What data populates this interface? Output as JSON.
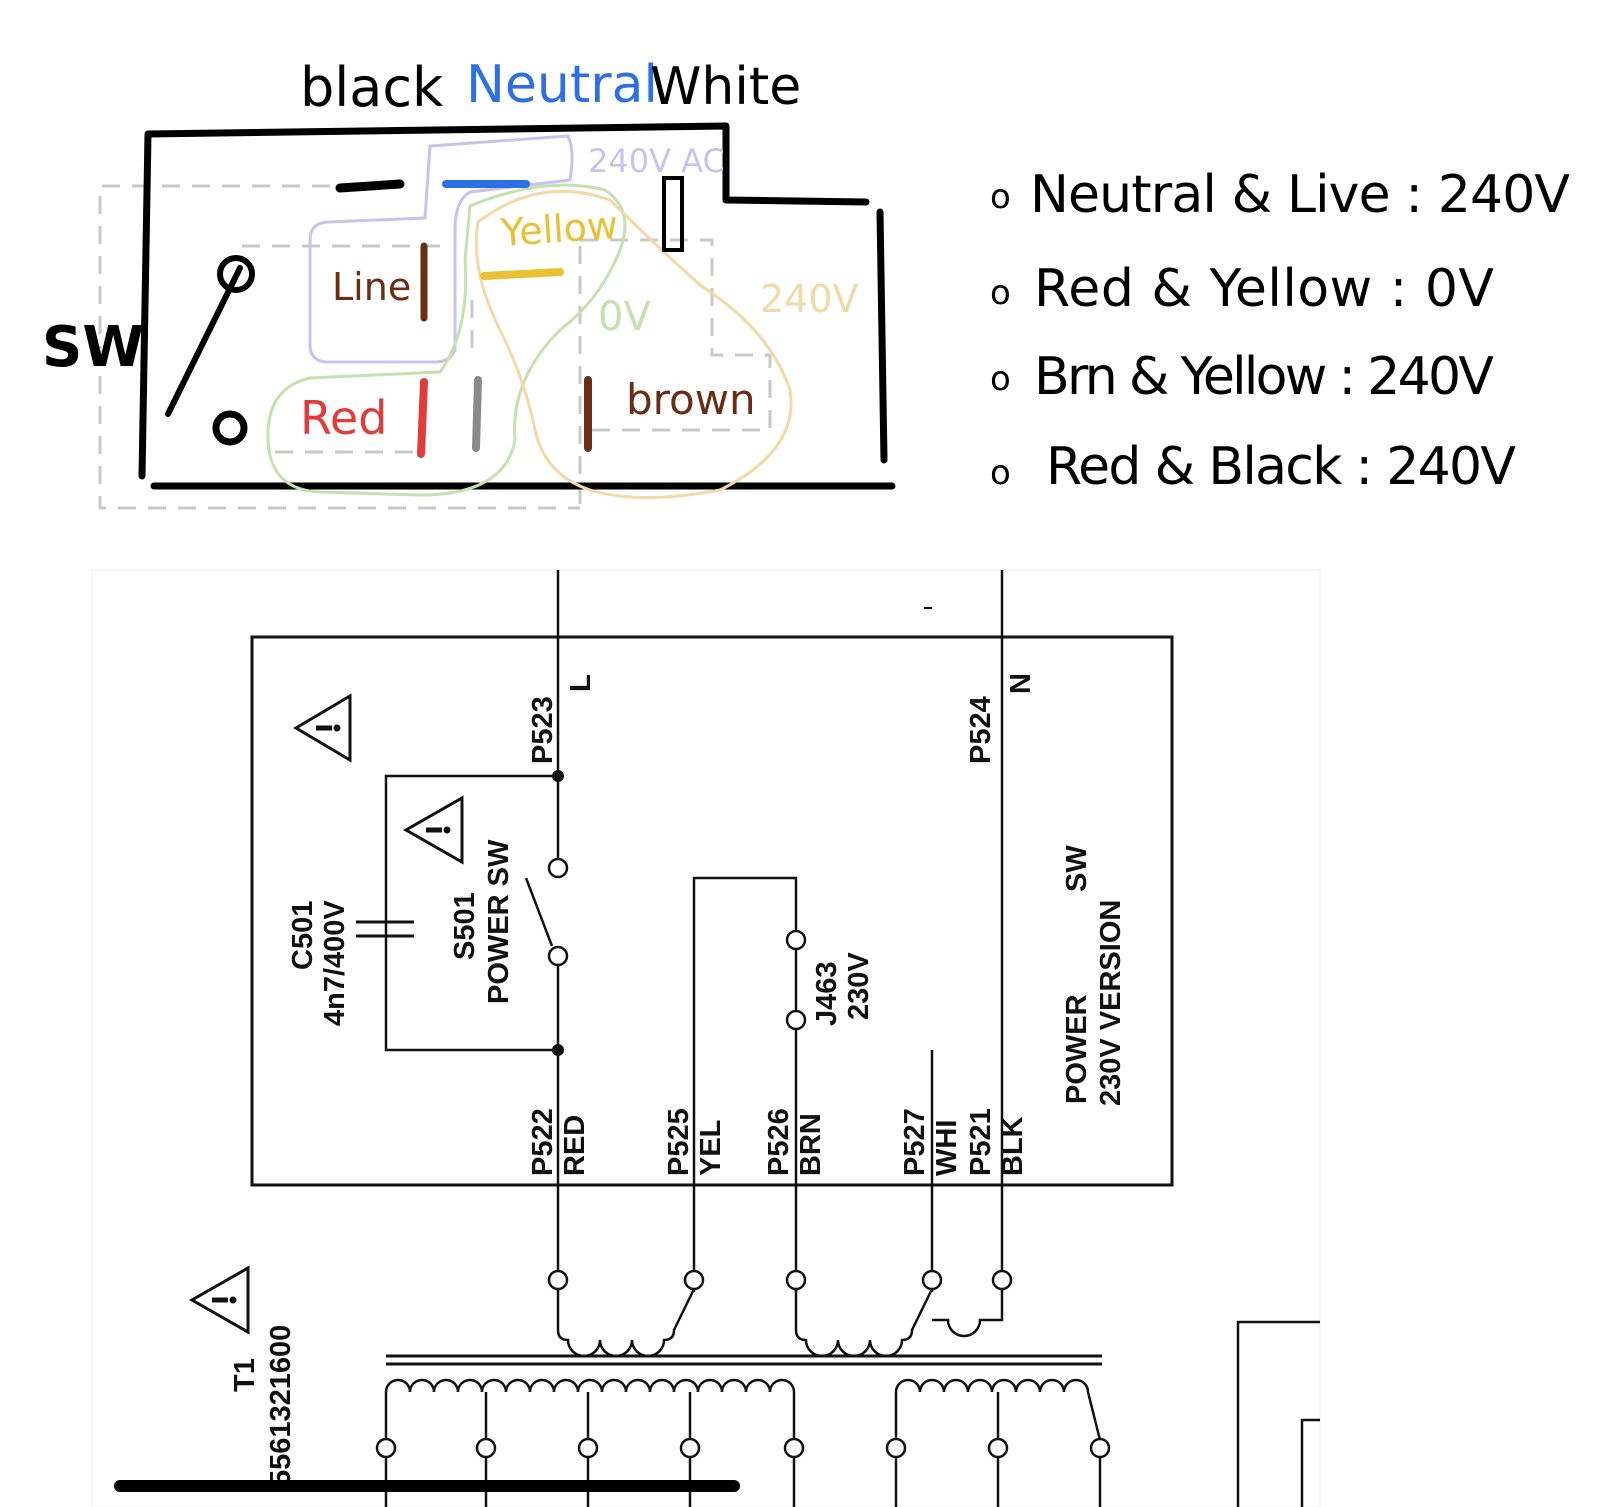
{
  "sketch": {
    "top_labels": {
      "black": "black",
      "neutral": "Neutral",
      "white": "White"
    },
    "sw_label": "SW",
    "ac_label": "240V AC",
    "terminals": {
      "line": "Line",
      "yellow": "Yellow",
      "red": "Red",
      "brown": "brown"
    },
    "zone_labels": {
      "zero": "0V",
      "right": "240V"
    },
    "notes": [
      {
        "bullet": "o",
        "text": "Neutral & Live : 240V"
      },
      {
        "bullet": "o",
        "text": "Red & Yellow : 0V"
      },
      {
        "bullet": "o",
        "text": "Brn & Yellow : 240V"
      },
      {
        "bullet": "o",
        "text": "Red & Black : 240V"
      }
    ],
    "colors": {
      "outline": "#000000",
      "neutral": "#2f6fe4",
      "line_wire": "#6b2e14",
      "yellow": "#e8c233",
      "red": "#e23b3b",
      "grey": "#8a8a8a",
      "purple_zone": "#c9c2ee",
      "green_zone": "#c6e0b0",
      "orange_zone": "#f2d9a8",
      "dashed": "#c8c8c8"
    }
  },
  "schematic": {
    "L": "L",
    "N": "N",
    "P523": "P523",
    "P524": "P524",
    "C501": "C501",
    "C501_value": "4n7/400V",
    "S501": "S501",
    "S501_name": "POWER SW",
    "J463": "J463",
    "J463_value": "230V",
    "title1": "POWER",
    "title1b": "SW",
    "title2": "230V VERSION",
    "pins": [
      {
        "pin": "P522",
        "wire": "RED"
      },
      {
        "pin": "P525",
        "wire": "YEL"
      },
      {
        "pin": "P526",
        "wire": "BRN"
      },
      {
        "pin": "P527",
        "wire": "WHI"
      },
      {
        "pin": "P521",
        "wire": "BLK"
      }
    ],
    "T1": "T1",
    "T1_part": "5561321600"
  }
}
